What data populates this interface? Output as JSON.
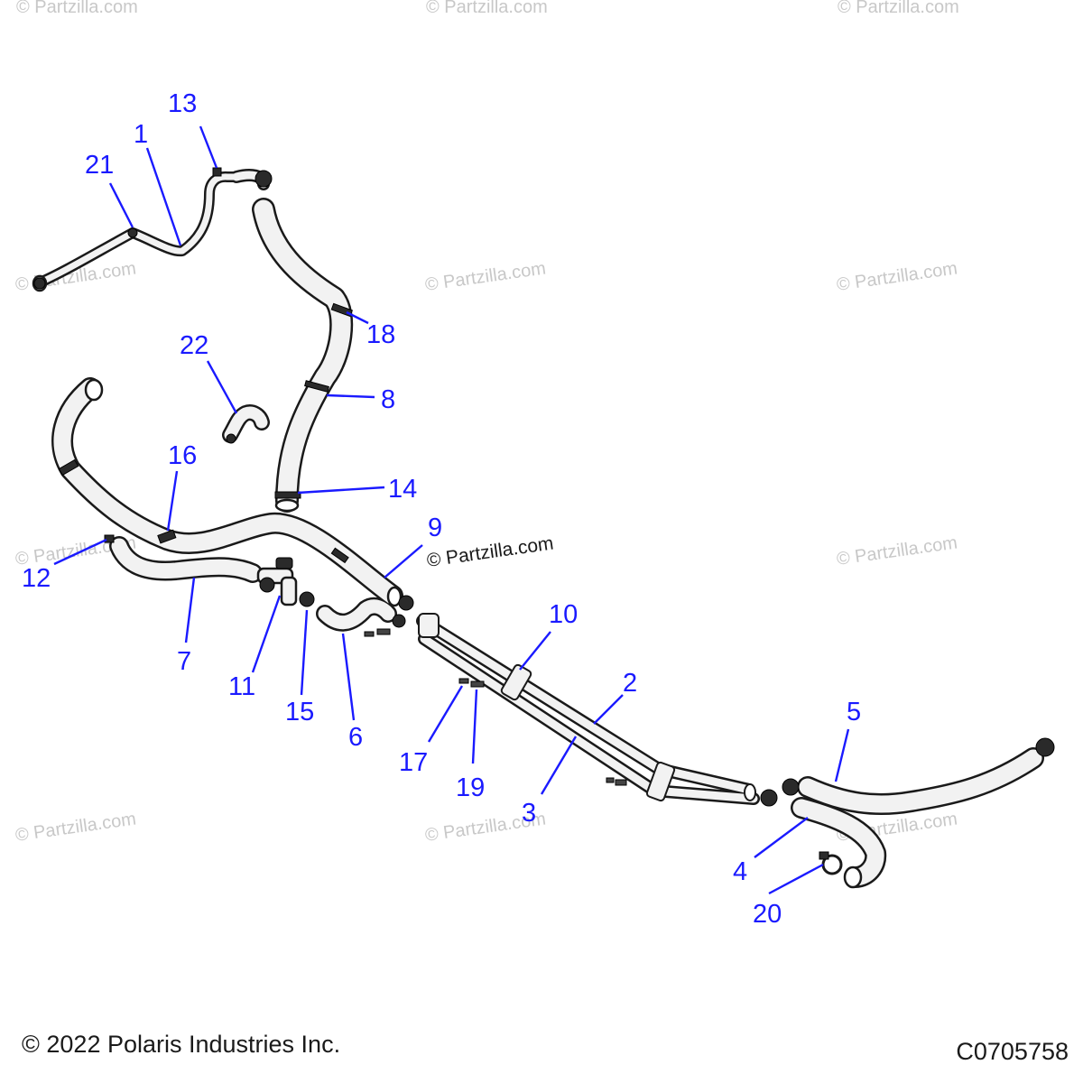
{
  "watermarks": [
    "© Partzilla.com",
    "© Partzilla.com",
    "© Partzilla.com",
    "© Partzilla.com",
    "© Partzilla.com",
    "© Partzilla.com",
    "© Partzilla.com",
    "© Partzilla.com",
    "© Partzilla.com",
    "© Partzilla.com",
    "© Partzilla.com",
    "© Partzilla.com"
  ],
  "watermark_main": "© Partzilla.com",
  "callouts": [
    "1",
    "2",
    "3",
    "4",
    "5",
    "6",
    "7",
    "8",
    "9",
    "10",
    "11",
    "12",
    "13",
    "14",
    "15",
    "16",
    "17",
    "18",
    "19",
    "20",
    "21",
    "22"
  ],
  "footer": {
    "copyright": "© 2022 Polaris Industries Inc.",
    "diagram_code": "C0705758"
  },
  "colors": {
    "callout": "#1a1aff",
    "line_art": "#1a1a1a",
    "watermark": "#c8c8c8"
  }
}
